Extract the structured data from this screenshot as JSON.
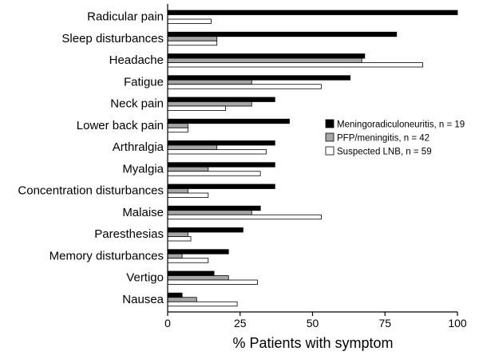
{
  "chart_data": {
    "type": "bar",
    "orientation": "horizontal",
    "xlabel": "% Patients with symptom",
    "ylabel": "",
    "xlim": [
      0,
      100
    ],
    "xticks": [
      "0",
      "25",
      "50",
      "75",
      "100"
    ],
    "grid": false,
    "legend_position": "right",
    "categories": [
      "Radicular pain",
      "Sleep disturbances",
      "Headache",
      "Fatigue",
      "Neck pain",
      "Lower back pain",
      "Arthralgia",
      "Myalgia",
      "Concentration disturbances",
      "Malaise",
      "Paresthesias",
      "Memory disturbances",
      "Vertigo",
      "Nausea"
    ],
    "series": [
      {
        "name": "Meningoradiculoneuritis, n = 19",
        "color": "#000000",
        "values": [
          100,
          79,
          68,
          63,
          37,
          42,
          37,
          37,
          37,
          32,
          26,
          21,
          16,
          5
        ]
      },
      {
        "name": "PFP/meningitis, n = 42",
        "color": "#a6a6a6",
        "values": [
          0,
          17,
          67,
          29,
          29,
          7,
          17,
          14,
          7,
          29,
          7,
          5,
          21,
          10
        ]
      },
      {
        "name": "Suspected LNB, n = 59",
        "color": "#ffffff",
        "values": [
          15,
          17,
          88,
          53,
          20,
          7,
          34,
          32,
          14,
          53,
          8,
          14,
          31,
          24
        ]
      }
    ]
  }
}
